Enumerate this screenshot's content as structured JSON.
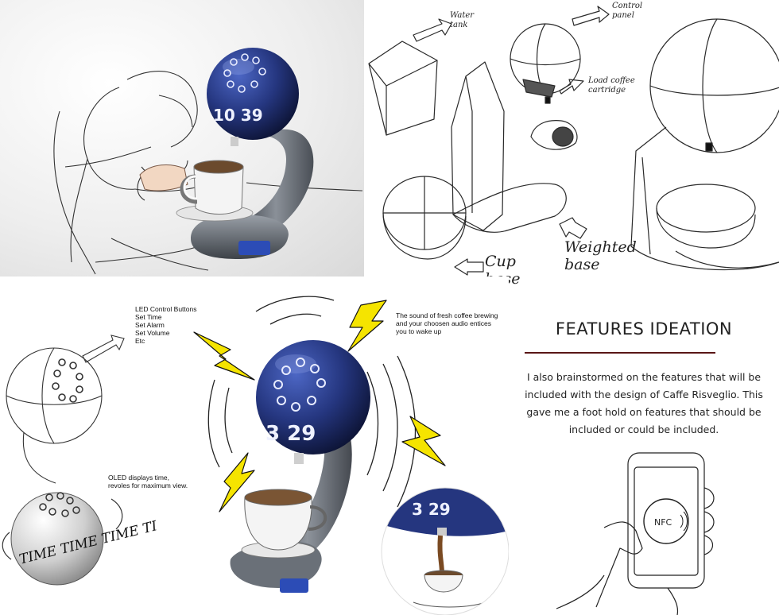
{
  "top_right_sketch": {
    "labels": {
      "water_tank": "Water\ntank",
      "control_panel": "Control\npanel",
      "load_coffee": "Load coffee\ncartridge",
      "cup_base": "Cup\nbase",
      "weighted_base": "Weighted\nbase"
    }
  },
  "machine_render": {
    "display_time_small": "10 39",
    "display_time_large": "3 29",
    "display_time_closeup": "3 29",
    "colors": {
      "sphere_blue": "#25367f",
      "arm_grey": "#5a6069",
      "cup_white": "#f4f4f4",
      "bolt_yellow": "#f5e400"
    }
  },
  "annotations": {
    "led_controls": "LED Control Buttons\nSet Time\nSet Alarm\nSet Volume\nEtc",
    "sound_note": "The sound of fresh coffee brewing\nand your choosen audio entices\nyou to wake up",
    "oled_note": "OLED displays time,\nrevoles for maximum view.",
    "time_ball_text": "TIME TIME TIME TI"
  },
  "features": {
    "title": "FEATURES IDEATION",
    "body": "I also brainstormed on the features that will be included with the design of Caffe Risveglio. This gave me a foot hold on features that should be included or could be included.",
    "phone_label": "NFC",
    "accent_color": "#5a1616"
  }
}
